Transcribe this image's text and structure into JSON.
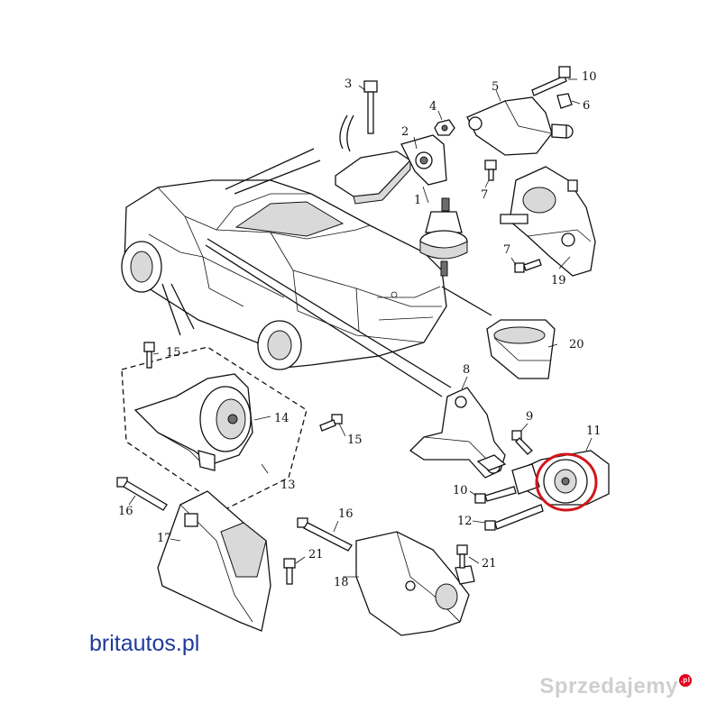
{
  "callouts": {
    "c1": "1",
    "c2": "2",
    "c3": "3",
    "c4": "4",
    "c5": "5",
    "c6": "6",
    "c7a": "7",
    "c7b": "7",
    "c8": "8",
    "c9": "9",
    "c10a": "10",
    "c10b": "10",
    "c11": "11",
    "c12": "12",
    "c13": "13",
    "c14": "14",
    "c15a": "15",
    "c15b": "15",
    "c16a": "16",
    "c16b": "16",
    "c17": "17",
    "c18": "18",
    "c19": "19",
    "c20": "20",
    "c21a": "21",
    "c21b": "21"
  },
  "brand_text": "britautos.pl",
  "watermark": {
    "text": "Sprzedajemy",
    "badge": ".pl"
  },
  "highlight": {
    "color": "#d0161b",
    "target_callout": "11"
  },
  "icons": [
    "car-outline-icon",
    "engine-mount-icon",
    "bolt-icon",
    "bracket-icon",
    "bush-icon"
  ]
}
